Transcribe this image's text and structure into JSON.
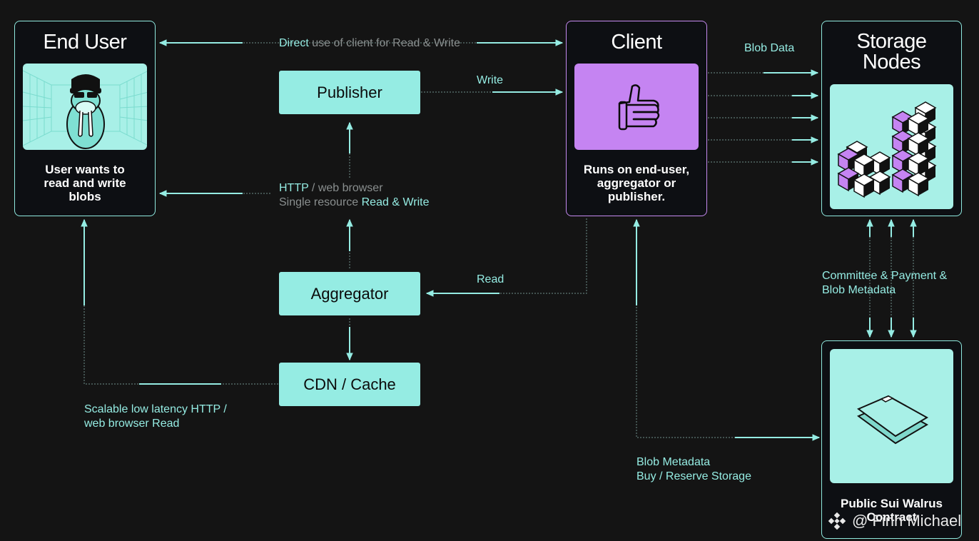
{
  "nodes": {
    "end_user": {
      "title": "End User",
      "caption": "User wants to read and write blobs"
    },
    "client": {
      "title": "Client",
      "caption": "Runs on end-user, aggregator or publisher."
    },
    "storage_nodes": {
      "title_line1": "Storage",
      "title_line2": "Nodes"
    },
    "publisher": {
      "label": "Publisher"
    },
    "aggregator": {
      "label": "Aggregator"
    },
    "cdn": {
      "label": "CDN / Cache"
    },
    "sui_contract": {
      "caption": "Public Sui Walrus Contract"
    }
  },
  "edges": {
    "direct": {
      "part1": "Direct",
      "part2": " use of client for Read & Write"
    },
    "write": "Write",
    "read": "Read",
    "http_line1_a": "HTTP",
    "http_line1_b": " / web browser",
    "http_line2_a": "Single resource ",
    "http_line2_b": "Read & Write",
    "blob_data": "Blob Data",
    "committee_line1": "Committee & Payment &",
    "committee_line2": "Blob Metadata",
    "scalable_line1": "Scalable low latency HTTP /",
    "scalable_line2": "web browser Read",
    "blob_meta_line1": "Blob Metadata",
    "blob_meta_line2": "Buy / Reserve Storage"
  },
  "watermark": "@ Finn Michael",
  "colors": {
    "accent": "#95ece3",
    "client_purple": "#c58af0",
    "background": "#141414"
  }
}
